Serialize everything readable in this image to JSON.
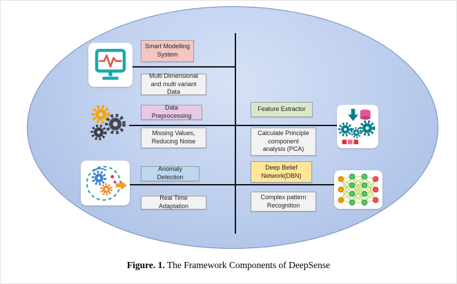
{
  "caption": {
    "label": "Figure. 1.",
    "title": " The Framework Components of DeepSense"
  },
  "colors": {
    "pink": "#f3c6c2",
    "lavender": "#e8c9e4",
    "blue": "#bdd7ee",
    "green": "#d9e8cc",
    "gold": "#ffe598",
    "gray": "#f2f2f2",
    "line": "#17171a",
    "ellipse_border": "#6b8cbf"
  },
  "boxes": {
    "smart_modelling": "Smart Modelling\nSystem",
    "multi_dimensional": "Multi Dimensional\nand multi variant Data",
    "data_preprocessing": "Data Preprocessing",
    "missing_values": "Missing Values,\nReducing Noise",
    "anomaly_detection": "Anomaly Detection",
    "real_time_adaptation": "Real Time Adaptation",
    "feature_extractor": "Feature Extractor",
    "pca": "Calculate Principle\ncomponent\nanalysis (PCA)",
    "dbn": "Deep Belief\nNetwork(DBN)",
    "complex_pattern": "Complex pattern\nRecognition"
  },
  "icons": {
    "monitor": "monitor-pulse-icon",
    "gears": "gears-icon",
    "anomaly": "anomaly-gears-icon",
    "data_mining": "data-mining-icon",
    "neural_network": "neural-network-icon"
  }
}
